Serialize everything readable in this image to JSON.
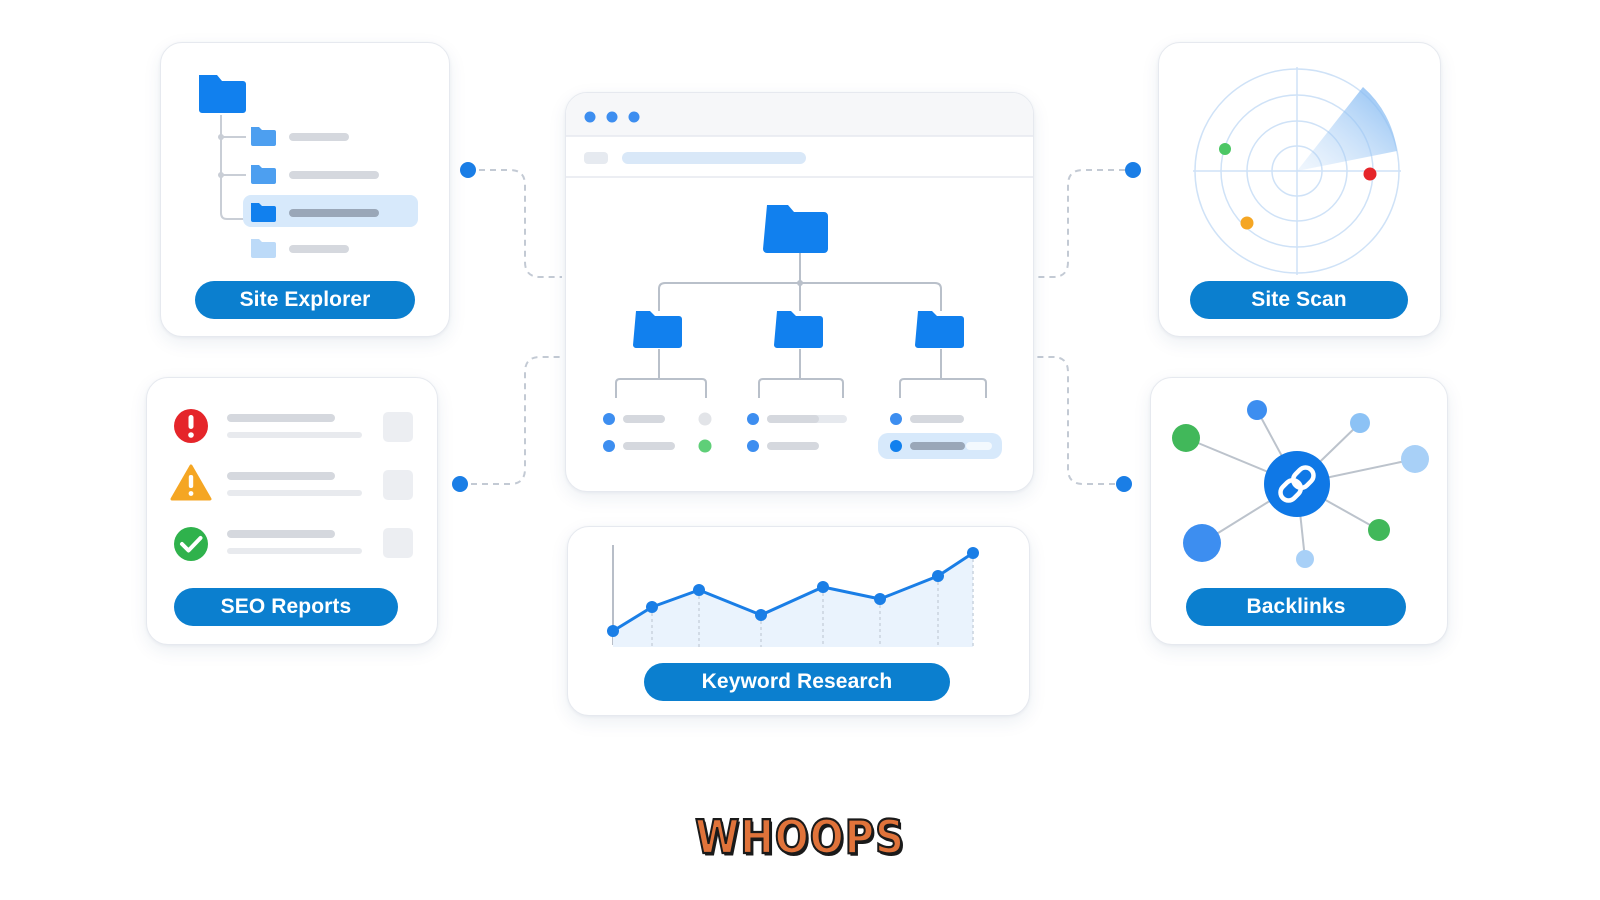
{
  "cards": {
    "site_explorer": {
      "label": "Site Explorer"
    },
    "seo_reports": {
      "label": "SEO Reports"
    },
    "keyword_research": {
      "label": "Keyword Research"
    },
    "site_scan": {
      "label": "Site Scan"
    },
    "backlinks": {
      "label": "Backlinks"
    }
  },
  "logo": {
    "text": "WHOOPS"
  },
  "colors": {
    "pill": "#0b7fcf",
    "folder": "#1180ee",
    "folder_light": "#58a6f2",
    "line_gray": "#d5d8de",
    "error": "#e5252a",
    "warning": "#f5a623",
    "success": "#2fb24c"
  },
  "icons": {
    "seo_reports": [
      "error-icon",
      "warning-icon",
      "check-icon"
    ],
    "backlinks_center": "link-icon",
    "browser": "folder-tree-icon"
  }
}
